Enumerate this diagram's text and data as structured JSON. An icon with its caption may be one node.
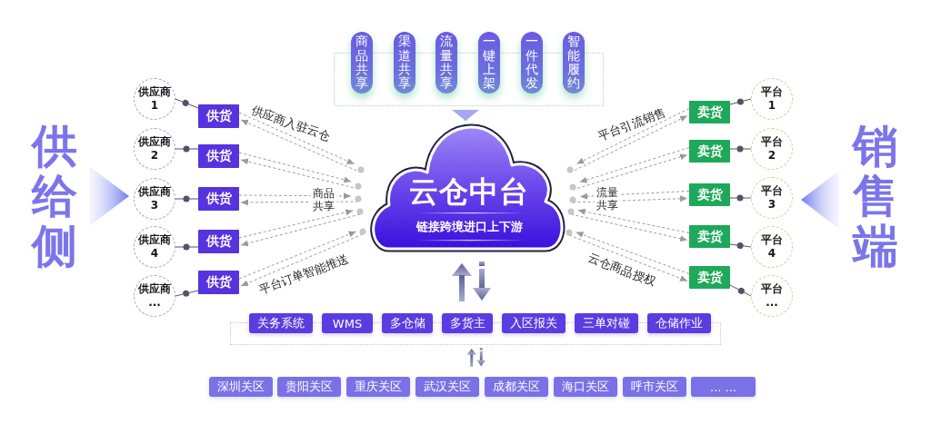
{
  "diagram": {
    "nodes": [
      {
        "text": [
          "商品共享"
        ]
      },
      {
        "text": [
          "渠道共享"
        ]
      },
      {
        "text": [
          "流量共享"
        ]
      },
      {
        "text": [
          "一键上架"
        ]
      },
      {
        "text": [
          "一件代发"
        ]
      },
      {
        "text": [
          "智能履约"
        ]
      },
      {
        "text": [
          "云仓中台",
          "链接跨境进口上下游"
        ]
      },
      {
        "text": [
          "供应商1"
        ]
      },
      {
        "text": [
          "供应商2"
        ]
      },
      {
        "text": [
          "供应商3"
        ]
      },
      {
        "text": [
          "供应商4"
        ]
      },
      {
        "text": [
          "供应商..."
        ]
      },
      {
        "text": [
          "供货"
        ]
      },
      {
        "text": [
          "供货"
        ]
      },
      {
        "text": [
          "供货"
        ]
      },
      {
        "text": [
          "供货"
        ]
      },
      {
        "text": [
          "供货"
        ]
      },
      {
        "text": [
          "卖货"
        ]
      },
      {
        "text": [
          "卖货"
        ]
      },
      {
        "text": [
          "卖货"
        ]
      },
      {
        "text": [
          "卖货"
        ]
      },
      {
        "text": [
          "卖货"
        ]
      },
      {
        "text": [
          "平台1"
        ]
      },
      {
        "text": [
          "平台2"
        ]
      },
      {
        "text": [
          "平台3"
        ]
      },
      {
        "text": [
          "平台4"
        ]
      },
      {
        "text": [
          "平台..."
        ]
      },
      {
        "text": [
          "关务系统"
        ]
      },
      {
        "text": [
          "WMS"
        ]
      },
      {
        "text": [
          "多仓储"
        ]
      },
      {
        "text": [
          "多货主"
        ]
      },
      {
        "text": [
          "入区报关"
        ]
      },
      {
        "text": [
          "三单对碰"
        ]
      },
      {
        "text": [
          "仓储作业"
        ]
      },
      {
        "text": [
          "深圳关区"
        ]
      },
      {
        "text": [
          "贵阳关区"
        ]
      },
      {
        "text": [
          "重庆关区"
        ]
      },
      {
        "text": [
          "武汉关区"
        ]
      },
      {
        "text": [
          "成都关区"
        ]
      },
      {
        "text": [
          "海口关区"
        ]
      },
      {
        "text": [
          "呼市关区"
        ]
      },
      {
        "text": [
          "... ..."
        ]
      }
    ],
    "edges": [
      {
        "from": 7,
        "to": 12,
        "arrow": "other",
        "color": "#4f5566"
      },
      {
        "from": 8,
        "to": 13,
        "arrow": "other",
        "color": "#4f5566"
      },
      {
        "from": 9,
        "to": 14,
        "arrow": "other",
        "color": "#4f5566"
      },
      {
        "from": 10,
        "to": 15,
        "arrow": "other",
        "color": "#4f5566"
      },
      {
        "from": 11,
        "to": 16,
        "arrow": "other",
        "color": "#4f5566"
      },
      {
        "from": 12,
        "to": 6,
        "arrow": "to",
        "style": "dashed",
        "label": "供应商入驻云仓"
      },
      {
        "from": 6,
        "to": 12,
        "arrow": "to",
        "style": "dashed"
      },
      {
        "from": 13,
        "to": 6,
        "arrow": "to",
        "style": "dashed"
      },
      {
        "from": 6,
        "to": 13,
        "arrow": "to",
        "style": "dashed"
      },
      {
        "from": 14,
        "to": 6,
        "arrow": "to",
        "style": "dashed",
        "label": "商品共享"
      },
      {
        "from": 6,
        "to": 14,
        "arrow": "to",
        "style": "dashed"
      },
      {
        "from": 15,
        "to": 6,
        "arrow": "to",
        "style": "dashed"
      },
      {
        "from": 6,
        "to": 15,
        "arrow": "to",
        "style": "dashed"
      },
      {
        "from": 16,
        "to": 6,
        "arrow": "to",
        "style": "dashed"
      },
      {
        "from": 6,
        "to": 16,
        "arrow": "to",
        "style": "dashed",
        "label": "平台订单智能推送"
      },
      {
        "from": 17,
        "to": 6,
        "arrow": "to",
        "style": "dashed",
        "label": "平台引流销售"
      },
      {
        "from": 6,
        "to": 17,
        "arrow": "to",
        "style": "dashed"
      },
      {
        "from": 18,
        "to": 6,
        "arrow": "to",
        "style": "dashed"
      },
      {
        "from": 6,
        "to": 18,
        "arrow": "to",
        "style": "dashed"
      },
      {
        "from": 19,
        "to": 6,
        "arrow": "to",
        "style": "dashed",
        "label": "流量共享"
      },
      {
        "from": 6,
        "to": 19,
        "arrow": "to",
        "style": "dashed"
      },
      {
        "from": 20,
        "to": 6,
        "arrow": "to",
        "style": "dashed"
      },
      {
        "from": 6,
        "to": 20,
        "arrow": "to",
        "style": "dashed"
      },
      {
        "from": 21,
        "to": 6,
        "arrow": "to",
        "style": "dashed"
      },
      {
        "from": 6,
        "to": 21,
        "arrow": "to",
        "style": "dashed",
        "label": "云仓商品授权"
      },
      {
        "from": 22,
        "to": 17,
        "arrow": "other",
        "color": "#4f5566"
      },
      {
        "from": 23,
        "to": 18,
        "arrow": "other",
        "color": "#4f5566"
      },
      {
        "from": 24,
        "to": 19,
        "arrow": "other",
        "color": "#4f5566"
      },
      {
        "from": 25,
        "to": 20,
        "arrow": "other",
        "color": "#4f5566"
      },
      {
        "from": 26,
        "to": 21,
        "arrow": "other",
        "color": "#4f5566"
      },
      {
        "from": null,
        "to": 6,
        "arrow": "to",
        "style": "thick",
        "color": "#a5a7f2"
      }
    ],
    "labels": [
      "供给侧",
      "销售端"
    ]
  }
}
